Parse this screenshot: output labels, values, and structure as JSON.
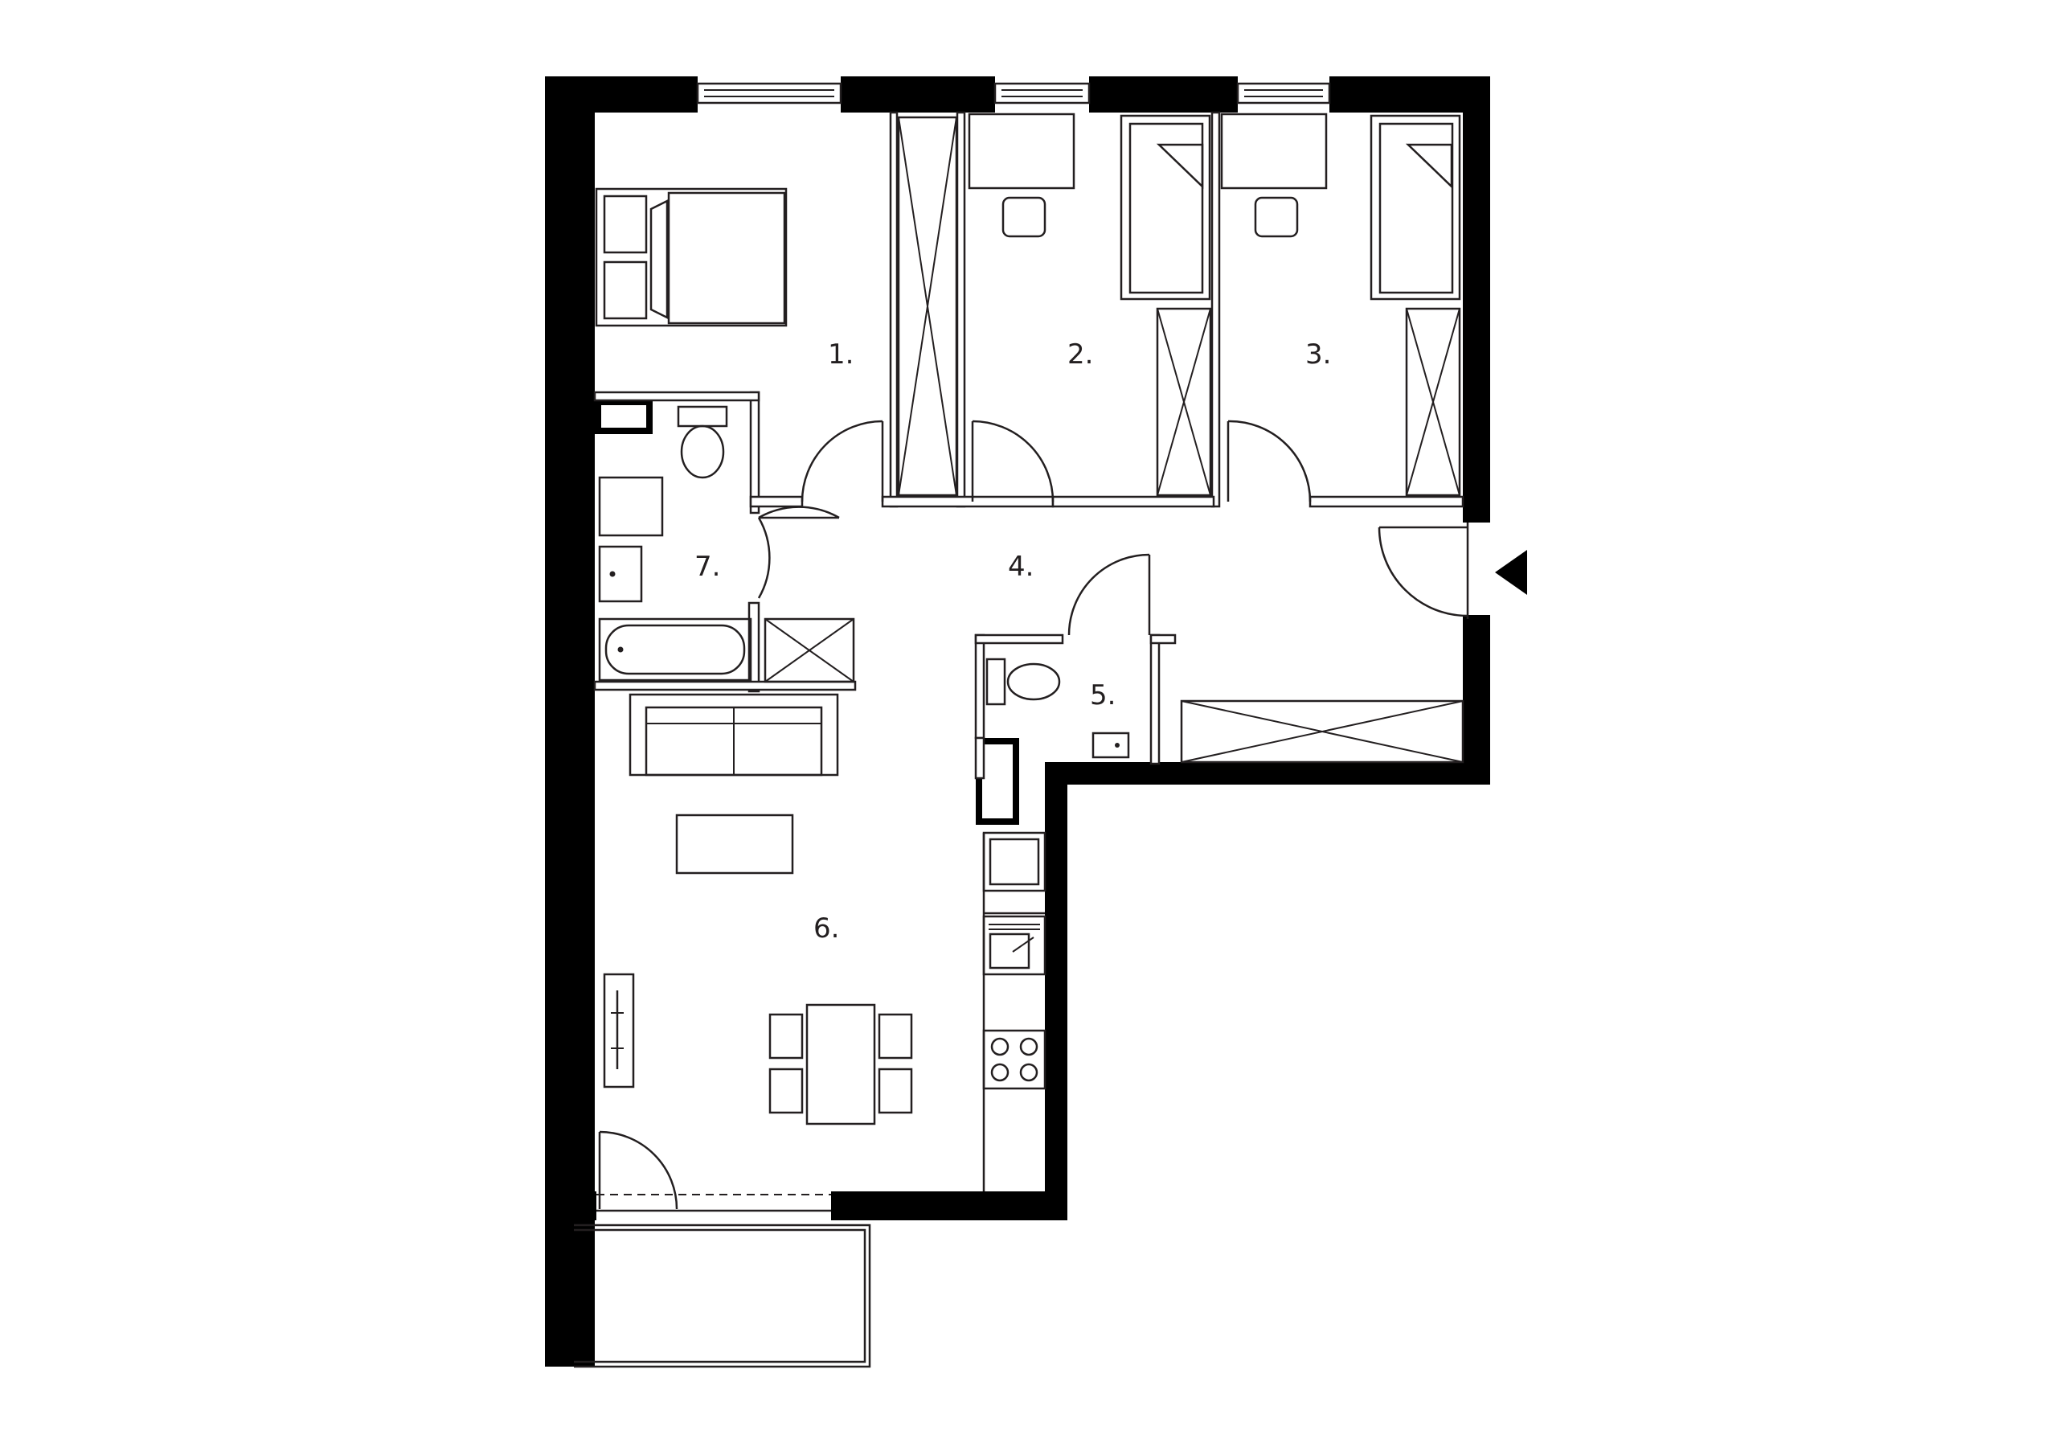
{
  "floor_plan": {
    "rooms": [
      {
        "id": "room-1",
        "label": "1."
      },
      {
        "id": "room-2",
        "label": "2."
      },
      {
        "id": "room-3",
        "label": "3."
      },
      {
        "id": "room-4",
        "label": "4."
      },
      {
        "id": "room-5",
        "label": "5."
      },
      {
        "id": "room-6",
        "label": "6."
      },
      {
        "id": "room-7",
        "label": "7."
      }
    ],
    "colors": {
      "walls": "#000000",
      "lines": "#231f20",
      "background": "#ffffff"
    },
    "icons": [
      "entrance-arrow-icon",
      "double-bed-icon",
      "single-bed-icon",
      "desk-icon",
      "chair-icon",
      "wardrobe-icon",
      "toilet-icon",
      "sink-icon",
      "bathtub-icon",
      "washing-machine-icon",
      "sofa-icon",
      "coffee-table-icon",
      "dining-table-icon",
      "tv-icon",
      "fridge-icon",
      "kitchen-sink-icon",
      "cooktop-icon",
      "balcony-icon",
      "window-icon",
      "door-icon"
    ]
  }
}
